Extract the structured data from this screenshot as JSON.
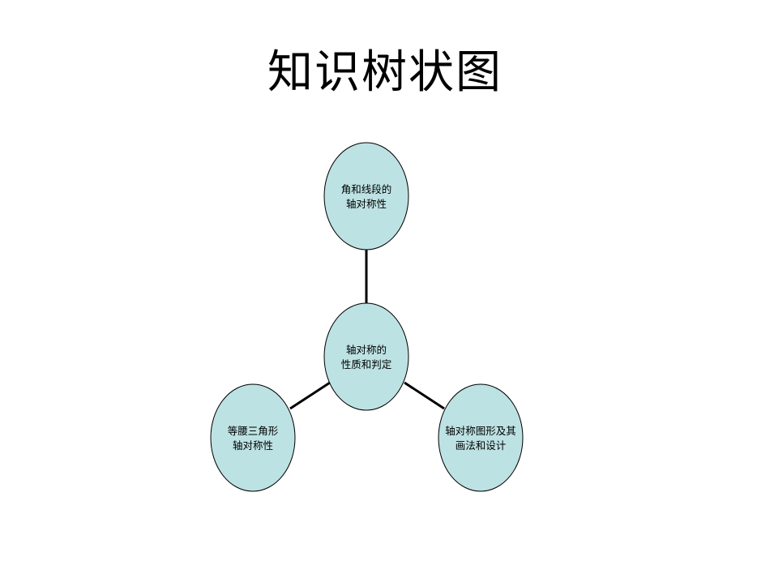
{
  "title": "知识树状图",
  "colors": {
    "node_fill": "#bde2e3",
    "node_stroke": "#000000",
    "connector": "#000000"
  },
  "center_node": {
    "lines": [
      "轴对称的",
      "性质和判定"
    ]
  },
  "nodes": [
    {
      "id": "top",
      "lines": [
        "角和线段的",
        "轴对称性"
      ]
    },
    {
      "id": "left",
      "lines": [
        "等腰三角形",
        "轴对称性"
      ]
    },
    {
      "id": "right",
      "lines": [
        "轴对称图形及其",
        "画法和设计"
      ]
    }
  ]
}
